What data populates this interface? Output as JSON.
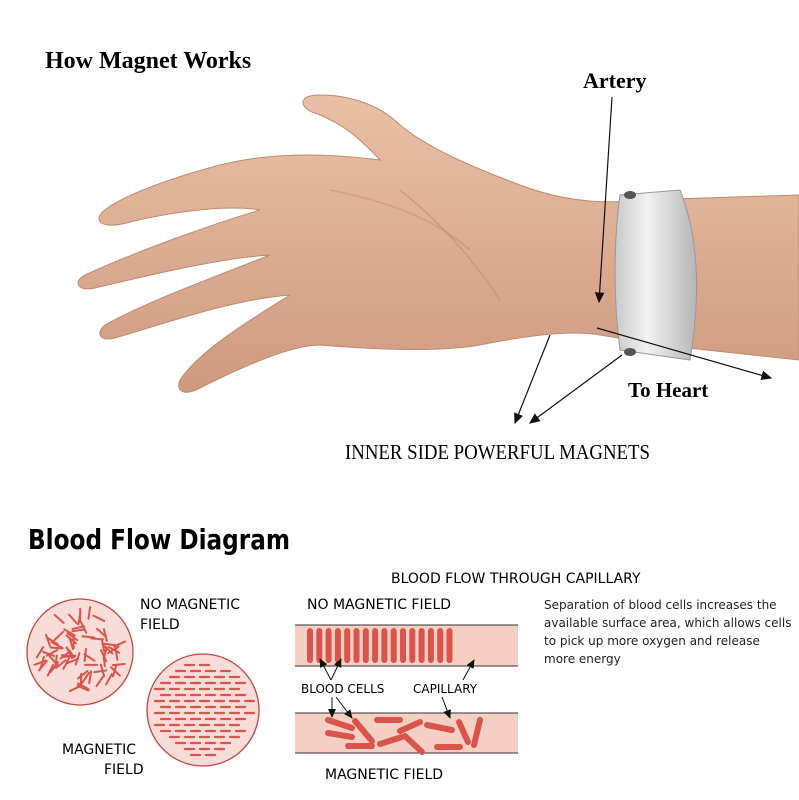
{
  "top": {
    "title": "How Magnet Works",
    "artery_label": "Artery",
    "to_heart_label": "To Heart",
    "magnets_label": "INNER SIDE POWERFUL MAGNETS"
  },
  "diagram": {
    "title": "Blood Flow Diagram",
    "circles": {
      "no_field_label_line1": "NO MAGNETIC",
      "no_field_label_line2": "FIELD",
      "field_label_line1": "MAGNETIC",
      "field_label_line2": "FIELD"
    },
    "capillary": {
      "heading": "BLOOD FLOW THROUGH CAPILLARY",
      "no_field_label": "NO MAGNETIC FIELD",
      "blood_cells_label": "BLOOD CELLS",
      "capillary_label": "CAPILLARY",
      "field_label": "MAGNETIC FIELD"
    },
    "description_lines": [
      "Separation of blood cells increases the",
      "available surface area, which allows cells",
      "to pick up more oxygen and release",
      "more energy"
    ]
  },
  "colors": {
    "cell": "#d9544a",
    "capillary_fill": "#f6cfc4",
    "circle_fill": "#f9dcd8",
    "circle_stroke": "#c0453e",
    "skin": "#e2b49a"
  }
}
